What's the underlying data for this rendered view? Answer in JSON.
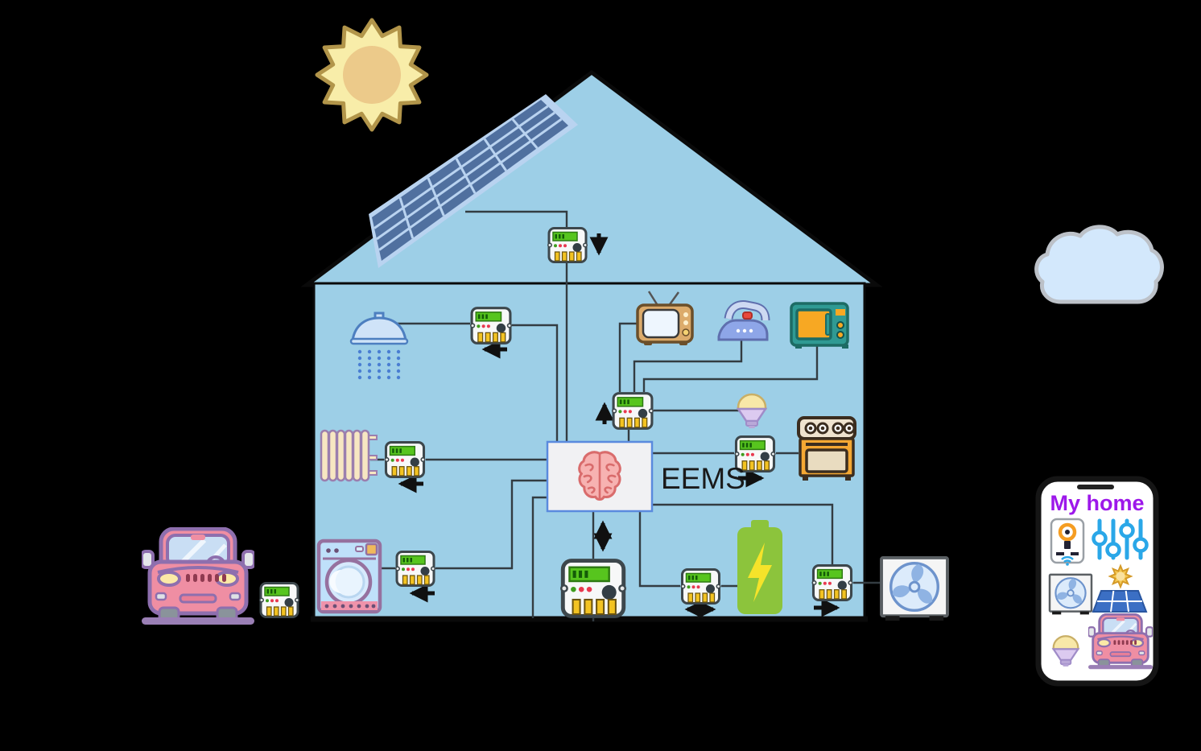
{
  "eems": {
    "label": "EEMS"
  },
  "phone": {
    "app_title": "My home",
    "icons": [
      "smart-plug",
      "sliders",
      "air-conditioner",
      "sun-and-solar-panel",
      "light-bulb",
      "electric-car"
    ]
  },
  "sky": {
    "objects": [
      "sun",
      "cloud"
    ]
  },
  "house": {
    "devices": [
      "solar-panel",
      "shower",
      "radiator",
      "washing-machine",
      "tv",
      "iron",
      "microwave",
      "light-bulb",
      "stove",
      "battery",
      "fan",
      "electric-car"
    ],
    "meters": [
      {
        "name": "solar-generation-meter",
        "flow_arrow": "down"
      },
      {
        "name": "shower-meter",
        "flow_arrow": "left"
      },
      {
        "name": "plug-loads-meter",
        "flow_arrow": "up"
      },
      {
        "name": "radiator-meter",
        "flow_arrow": "left"
      },
      {
        "name": "stove-meter",
        "flow_arrow": "right"
      },
      {
        "name": "washing-machine-meter",
        "flow_arrow": "left"
      },
      {
        "name": "main-meter",
        "flow_arrow": "up-down"
      },
      {
        "name": "battery-meter",
        "flow_arrow": "left-right"
      },
      {
        "name": "fan-meter",
        "flow_arrow": "right"
      },
      {
        "name": "ev-charger-meter",
        "flow_arrow": "none"
      }
    ]
  },
  "colors": {
    "background": "#000000",
    "house_fill": "#9dcfe7",
    "wire": "#333c42",
    "meter_display_green": "#57c51e",
    "battery_green": "#8cc43c",
    "bolt_yellow": "#f5e32a",
    "eems_border_blue": "#5a8ade",
    "brain_pink": "#f7b2b1",
    "phone_title_purple": "#9d18ea",
    "slider_blue": "#2aa7e8",
    "car_pink": "#ef8ea3",
    "car_outline_purple": "#8e6fae",
    "sun_yellow": "#f8eda9",
    "cloud_blue": "#d3e8fc"
  }
}
